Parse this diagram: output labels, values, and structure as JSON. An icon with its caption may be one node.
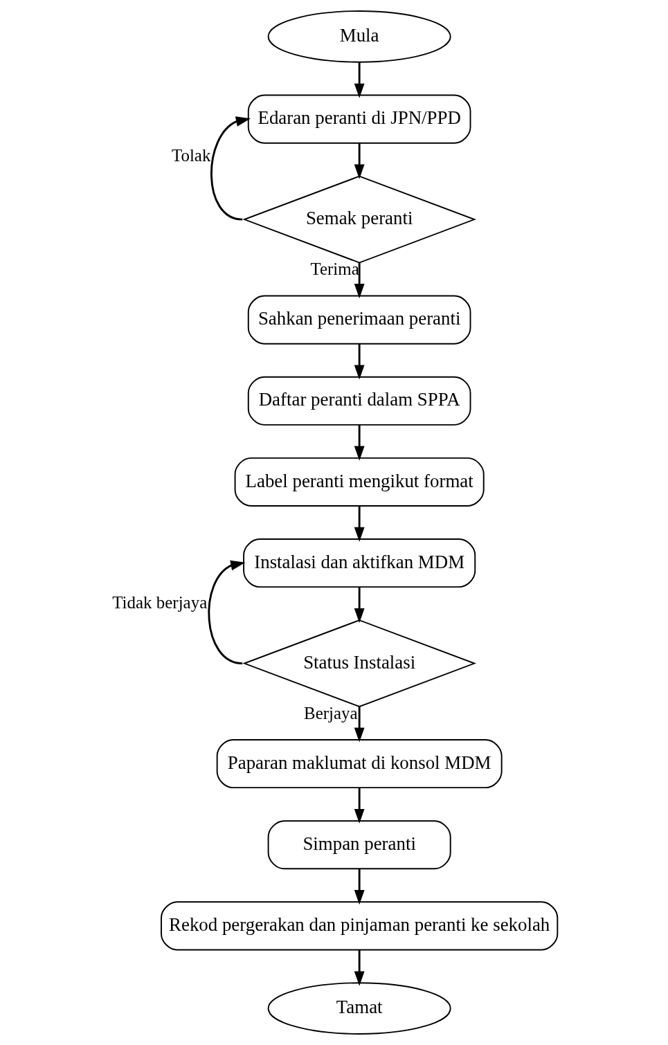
{
  "diagram": {
    "nodes": [
      {
        "text": [
          "Mula"
        ]
      },
      {
        "text": [
          "Edaran peranti di JPN/PPD"
        ]
      },
      {
        "text": [
          "Semak peranti"
        ]
      },
      {
        "text": [
          "Sahkan penerimaan peranti"
        ]
      },
      {
        "text": [
          "Daftar peranti dalam SPPA"
        ]
      },
      {
        "text": [
          "Label peranti mengikut format"
        ]
      },
      {
        "text": [
          "Instalasi dan aktifkan MDM"
        ]
      },
      {
        "text": [
          "Status Instalasi"
        ]
      },
      {
        "text": [
          "Paparan maklumat di konsol MDM"
        ]
      },
      {
        "text": [
          "Simpan peranti"
        ]
      },
      {
        "text": [
          "Rekod pergerakan dan pinjaman peranti ke sekolah"
        ]
      },
      {
        "text": [
          "Tamat"
        ]
      }
    ],
    "edges": [
      {
        "from": 0,
        "to": 1,
        "arrow": "to"
      },
      {
        "from": 1,
        "to": 2,
        "arrow": "to"
      },
      {
        "from": 2,
        "to": 1,
        "arrow": "to",
        "label": "Tolak"
      },
      {
        "from": 2,
        "to": 3,
        "arrow": "to",
        "label": "Terima"
      },
      {
        "from": 3,
        "to": 4,
        "arrow": "to"
      },
      {
        "from": 4,
        "to": 5,
        "arrow": "to"
      },
      {
        "from": 5,
        "to": 6,
        "arrow": "to"
      },
      {
        "from": 6,
        "to": 7,
        "arrow": "to"
      },
      {
        "from": 7,
        "to": 6,
        "arrow": "to",
        "label": "Tidak berjaya"
      },
      {
        "from": 7,
        "to": 8,
        "arrow": "to",
        "label": "Berjaya"
      },
      {
        "from": 8,
        "to": 9,
        "arrow": "to"
      },
      {
        "from": 9,
        "to": 10,
        "arrow": "to"
      },
      {
        "from": 10,
        "to": 11,
        "arrow": "to"
      }
    ]
  }
}
